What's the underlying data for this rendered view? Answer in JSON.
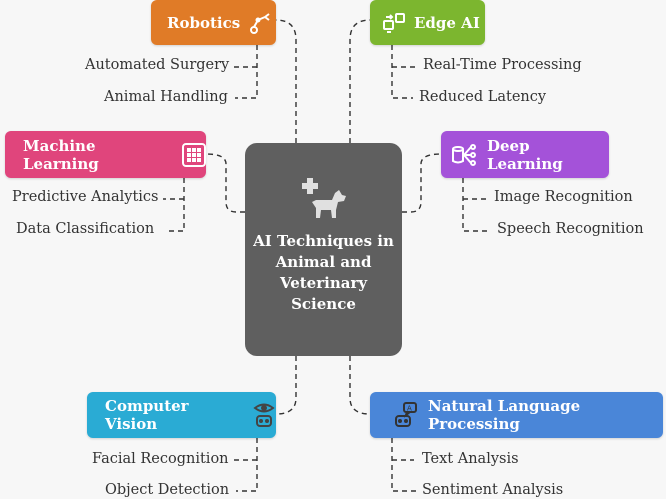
{
  "center": {
    "title": "AI Techniques in Animal and Veterinary Science",
    "icon": "veterinary-dog-icon"
  },
  "branches": {
    "robotics": {
      "label": "Robotics",
      "color": "#e07b27",
      "icon": "robot-arm-icon",
      "items": [
        "Automated Surgery",
        "Animal Handling"
      ]
    },
    "edge_ai": {
      "label": "Edge AI",
      "color": "#7cb62f",
      "icon": "edge-device-icon",
      "items": [
        "Real-Time Processing",
        "Reduced Latency"
      ]
    },
    "machine_learning": {
      "label": "Machine Learning",
      "color": "#e0457c",
      "icon": "grid-icon",
      "items": [
        "Predictive Analytics",
        "Data Classification"
      ]
    },
    "deep_learning": {
      "label": "Deep Learning",
      "color": "#a452d9",
      "icon": "neural-network-icon",
      "items": [
        "Image Recognition",
        "Speech Recognition"
      ]
    },
    "computer_vision": {
      "label": "Computer Vision",
      "color": "#2aabd4",
      "icon": "eye-robot-icon",
      "items": [
        "Facial Recognition",
        "Object Detection"
      ]
    },
    "nlp": {
      "label": "Natural Language Processing",
      "color": "#4a86d8",
      "icon": "chat-robot-icon",
      "items": [
        "Text Analysis",
        "Sentiment Analysis"
      ]
    }
  }
}
